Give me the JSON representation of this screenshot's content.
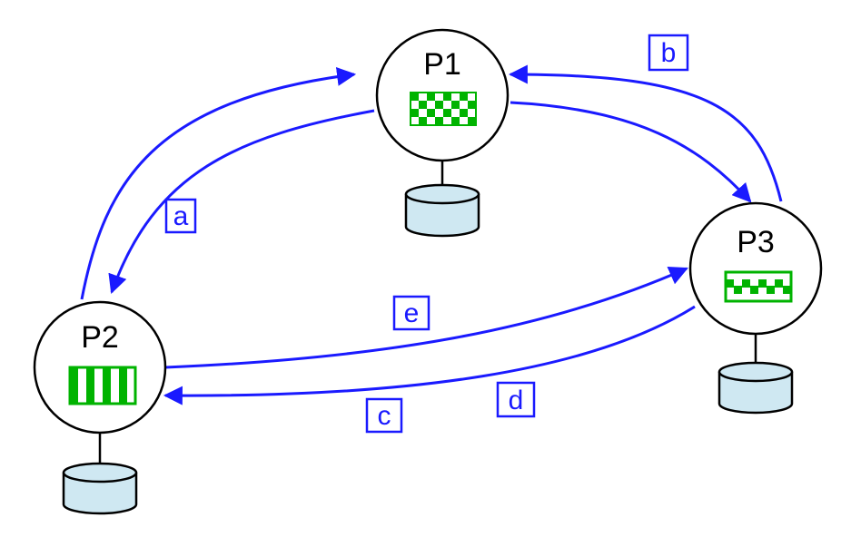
{
  "colors": {
    "arrow": "#1a1aff",
    "node_stroke": "#000000",
    "pattern_green": "#00b300",
    "db_fill": "#cfe8f2",
    "label_blue": "#1a1aff"
  },
  "nodes": [
    {
      "id": "P1",
      "label": "P1",
      "pattern": "checkerboard"
    },
    {
      "id": "P2",
      "label": "P2",
      "pattern": "vertical-stripes"
    },
    {
      "id": "P3",
      "label": "P3",
      "pattern": "zigzag"
    }
  ],
  "edges": [
    {
      "from": "P2",
      "to": "P1",
      "label": ""
    },
    {
      "from": "P1",
      "to": "P2",
      "label": "a"
    },
    {
      "from": "P3",
      "to": "P1",
      "label": "b"
    },
    {
      "from": "P1",
      "to": "P3",
      "label": ""
    },
    {
      "from": "P2",
      "to": "P3",
      "label": "e"
    },
    {
      "from": "P3",
      "to": "P2",
      "label": "c"
    }
  ],
  "edge_labels": [
    "a",
    "b",
    "c",
    "d",
    "e"
  ]
}
